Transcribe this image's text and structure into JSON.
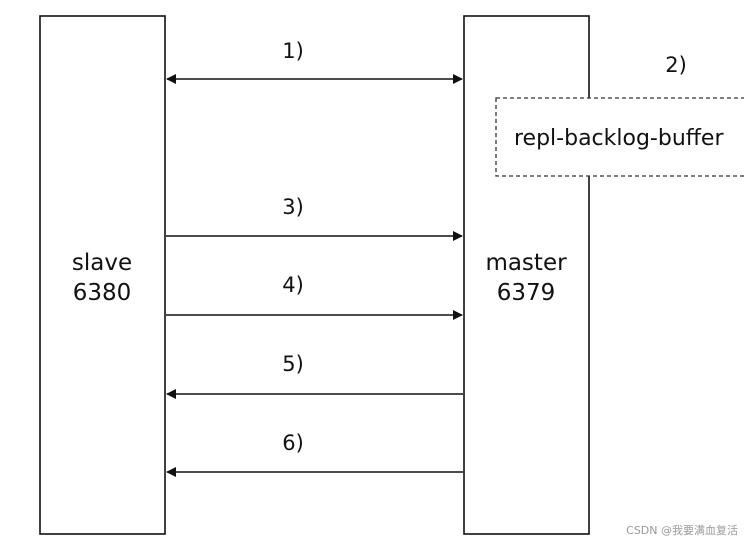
{
  "nodes": {
    "slave": {
      "name": "slave",
      "port": "6380"
    },
    "master": {
      "name": "master",
      "port": "6379"
    }
  },
  "buffer": {
    "label": "repl-backlog-buffer"
  },
  "steps": [
    {
      "label": "1)",
      "direction": "both"
    },
    {
      "label": "2)",
      "direction": "none"
    },
    {
      "label": "3)",
      "direction": "to-master"
    },
    {
      "label": "4)",
      "direction": "to-master"
    },
    {
      "label": "5)",
      "direction": "to-slave"
    },
    {
      "label": "6)",
      "direction": "to-slave"
    }
  ],
  "watermark": "CSDN @我要满血复活"
}
